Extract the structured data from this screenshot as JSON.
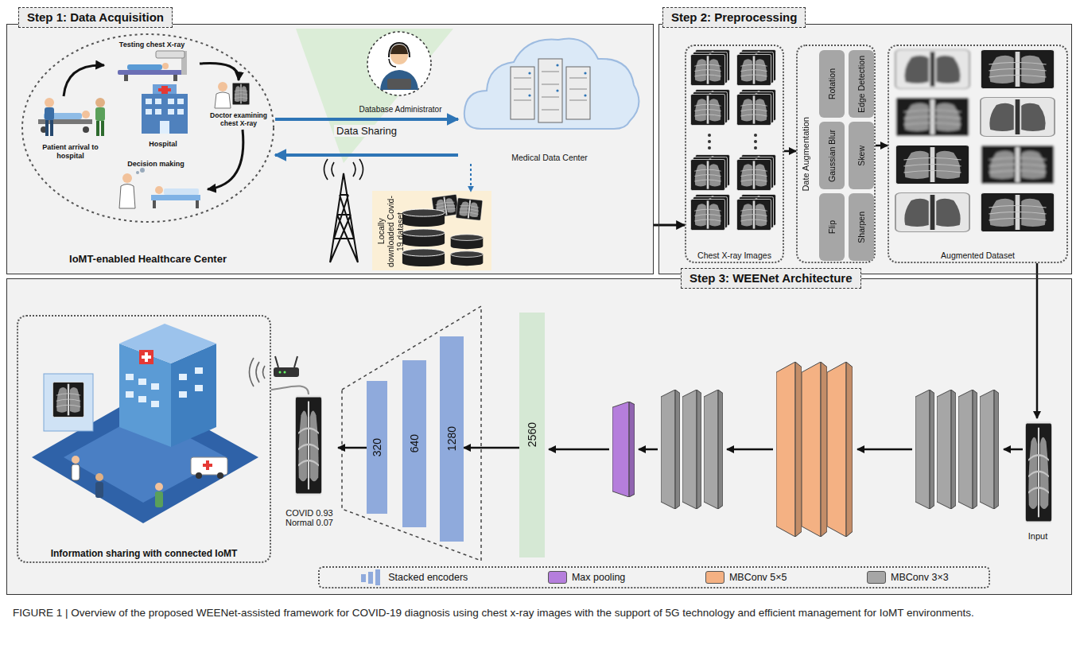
{
  "diagram": {
    "caption": "FIGURE 1 | Overview of the proposed WEENet-assisted framework for COVID-19 diagnosis using chest x-ray images with the support of 5G technology and efficient management for IoMT environments.",
    "nodes": [
      {
        "text": [
          "Step 1: Data Acquisition"
        ]
      },
      {
        "text": [
          "IoMT-enabled Healthcare Center"
        ],
        "in": 0
      },
      {
        "text": [
          "Testing chest X-ray"
        ],
        "in": 1
      },
      {
        "text": [
          "Patient arrival to hospital"
        ],
        "in": 1
      },
      {
        "text": [
          "Hospital"
        ],
        "in": 1
      },
      {
        "text": [
          "Doctor examining chest X-ray"
        ],
        "in": 1
      },
      {
        "text": [
          "Decision making"
        ],
        "in": 1
      },
      {
        "text": [
          "Database Administrator"
        ],
        "in": 0
      },
      {
        "text": [
          "Medical Data Center"
        ],
        "in": 0
      },
      {
        "text": [
          "Locally downloaded Covid-19 dataset"
        ],
        "in": 0
      },
      {
        "text": [
          "Step 2: Preprocessing"
        ]
      },
      {
        "text": [
          "Chest X-ray Images"
        ],
        "in": 10
      },
      {
        "text": [
          "Date Augmentation"
        ],
        "in": 10
      },
      {
        "text": [
          "Rotation"
        ],
        "in": 12
      },
      {
        "text": [
          "Edge Detection"
        ],
        "in": 12
      },
      {
        "text": [
          "Gaussian Blur"
        ],
        "in": 12
      },
      {
        "text": [
          "Skew"
        ],
        "in": 12
      },
      {
        "text": [
          "Flip"
        ],
        "in": 12
      },
      {
        "text": [
          "Sharpen"
        ],
        "in": 12
      },
      {
        "text": [
          "Augmented Dataset"
        ],
        "in": 10
      },
      {
        "text": [
          "Step 3: WEENet Architecture"
        ]
      },
      {
        "text": [
          "Input"
        ],
        "in": 20
      },
      {
        "text": [
          "2560"
        ],
        "in": 20
      },
      {
        "text": [
          "1280"
        ],
        "in": 20
      },
      {
        "text": [
          "640"
        ],
        "in": 20
      },
      {
        "text": [
          "320"
        ],
        "in": 20
      },
      {
        "text": [
          "COVID 0.93",
          "Normal 0.07"
        ],
        "in": 20
      },
      {
        "text": [
          "Information sharing with connected IoMT"
        ],
        "in": 20
      }
    ],
    "edges": [
      {
        "from": 3,
        "to": 2,
        "arrow": "to"
      },
      {
        "from": 2,
        "to": 5,
        "arrow": "to"
      },
      {
        "from": 5,
        "to": 6,
        "arrow": "to"
      },
      {
        "from": 1,
        "to": 8,
        "arrow": "to",
        "label": "Data Sharing"
      },
      {
        "from": 8,
        "to": 1,
        "arrow": "to"
      },
      {
        "from": 8,
        "to": 9,
        "arrow": "to"
      },
      {
        "from": 0,
        "to": 11,
        "arrow": "to"
      },
      {
        "from": 11,
        "to": 12,
        "arrow": "to"
      },
      {
        "from": 12,
        "to": 19,
        "arrow": "to"
      },
      {
        "from": 19,
        "to": 21,
        "arrow": "to"
      },
      {
        "from": 22,
        "to": 23,
        "arrow": "to"
      },
      {
        "from": 25,
        "to": 26,
        "arrow": "to"
      },
      {
        "from": 26,
        "to": 27,
        "arrow": "none"
      }
    ],
    "legend": [
      {
        "text": "Stacked encoders"
      },
      {
        "text": "Max pooling",
        "color": "#b57edc"
      },
      {
        "text": "MBConv 5×5",
        "color": "#f4b183"
      },
      {
        "text": "MBConv 3×3",
        "color": "#a6a6a6"
      }
    ]
  }
}
